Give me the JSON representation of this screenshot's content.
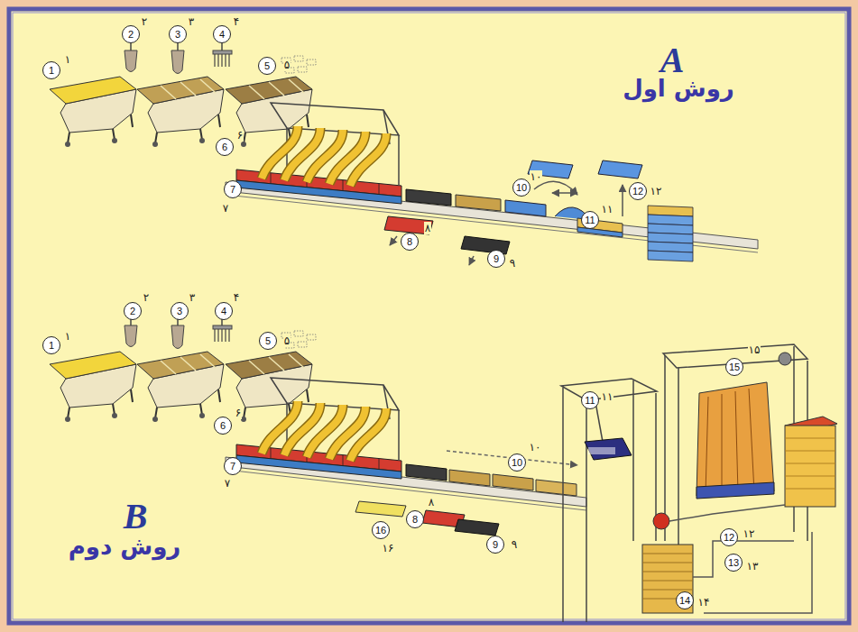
{
  "diagram": {
    "nodes": [
      {
        "text": [
          "1"
        ]
      },
      {
        "text": [
          "2"
        ]
      },
      {
        "text": [
          "3"
        ]
      },
      {
        "text": [
          "4"
        ]
      },
      {
        "text": [
          "5"
        ]
      },
      {
        "text": [
          "6"
        ]
      },
      {
        "text": [
          "7"
        ]
      },
      {
        "text": [
          "8"
        ]
      },
      {
        "text": [
          "9"
        ]
      },
      {
        "text": [
          "10"
        ]
      },
      {
        "text": [
          "11"
        ]
      },
      {
        "text": [
          "12"
        ]
      },
      {
        "text": [
          "1"
        ]
      },
      {
        "text": [
          "2"
        ]
      },
      {
        "text": [
          "3"
        ]
      },
      {
        "text": [
          "4"
        ]
      },
      {
        "text": [
          "5"
        ]
      },
      {
        "text": [
          "6"
        ]
      },
      {
        "text": [
          "7"
        ]
      },
      {
        "text": [
          "8"
        ]
      },
      {
        "text": [
          "16"
        ]
      },
      {
        "text": [
          "9"
        ]
      },
      {
        "text": [
          "10"
        ]
      },
      {
        "text": [
          "11"
        ]
      },
      {
        "text": [
          "12"
        ]
      },
      {
        "text": [
          "13"
        ]
      },
      {
        "text": [
          "14"
        ]
      },
      {
        "text": [
          "15"
        ]
      }
    ],
    "labels": [
      "A",
      "روش اول",
      "۱",
      "۲",
      "۳",
      "۴",
      "۵",
      "۶",
      "۷",
      "۸",
      "۹",
      "۱۰",
      "۱۱",
      "۱۲",
      "B",
      "روش دوم",
      "۱",
      "۲",
      "۳",
      "۴",
      "۵",
      "۶",
      "۷",
      "۸",
      "۹",
      "۱۰",
      "۱۱",
      "۱۲",
      "۱۳",
      "۱۴",
      "۱۵",
      "۱۶"
    ]
  }
}
